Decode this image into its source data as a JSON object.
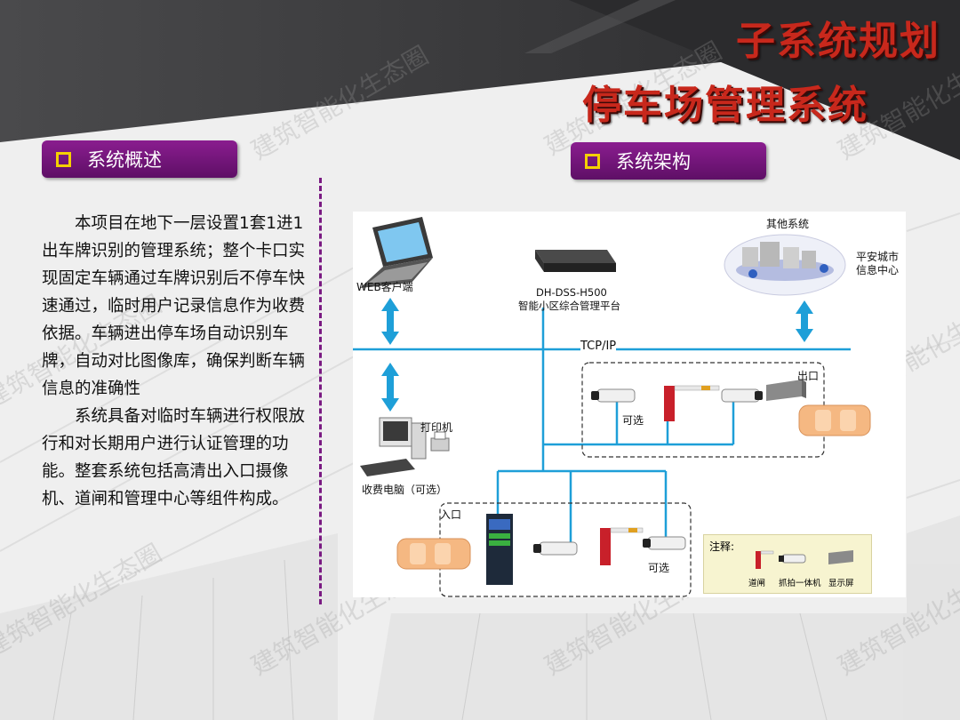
{
  "title": {
    "main": "子系统规划",
    "sub": "停车场管理系统"
  },
  "watermark": "建筑智能化生态圈",
  "overview": {
    "header": "系统概述",
    "paragraphs": [
      "本项目在地下一层设置1套1进1出车牌识别的管理系统；整个卡口实现固定车辆通过车牌识别后不停车快速通过，临时用户记录信息作为收费依据。车辆进出停车场自动识别车牌，自动对比图像库，确保判断车辆信息的准确性",
      "系统具备对临时车辆进行权限放行和对长期用户进行认证管理的功能。整套系统包括高清出入口摄像机、道闸和管理中心等组件构成。"
    ]
  },
  "architecture": {
    "header": "系统架构",
    "labels": {
      "web_client": "WEB客户端",
      "platform_model": "DH-DSS-H500",
      "platform_name": "智能小区综合管理平台",
      "other_systems": "其他系统",
      "safe_city": "平安城市\n信息中心",
      "network": "TCP/IP",
      "exit": "出口",
      "entrance": "入口",
      "optional_exit": "可选",
      "optional_entrance": "可选",
      "printer": "打印机",
      "fee_pc": "收费电脑（可选）"
    },
    "legend": {
      "title": "注释:",
      "barrier": "道闸",
      "camera": "抓拍一体机",
      "display": "显示屏"
    }
  },
  "colors": {
    "title_red": "#c8281c",
    "header_purple": "#6e1477",
    "bullet_yellow": "#f4d000",
    "network_blue": "#1e9fd8",
    "car_orange": "#f5b882"
  }
}
